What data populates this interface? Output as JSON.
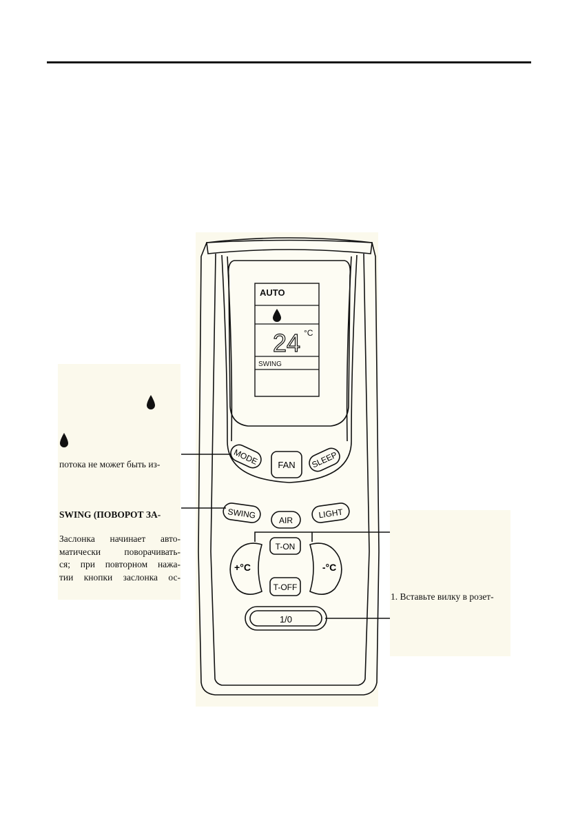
{
  "left_text": {
    "line_mode": "потока не может быть из-",
    "heading_swing": "SWING (ПОВОРОТ ЗА-",
    "swing_lines": [
      "Заслонка начинает авто-",
      "матически поворачивать-",
      "ся; при повторном нажа-",
      "тии кнопки заслонка ос-"
    ]
  },
  "right_text": {
    "step1": "1. Вставьте вилку в розет-"
  },
  "display": {
    "mode": "AUTO",
    "temperature": "24",
    "unit": "°C",
    "swing": "SWING"
  },
  "buttons": {
    "mode": "MODE",
    "fan": "FAN",
    "sleep": "SLEEP",
    "swing": "SWING",
    "air": "AIR",
    "light": "LIGHT",
    "t_on": "T-ON",
    "t_off": "T-OFF",
    "temp_up": "+°C",
    "temp_down": "-°C",
    "power": "1/0"
  },
  "colors": {
    "panel_background": "#fbf9ec",
    "line": "#111111"
  }
}
